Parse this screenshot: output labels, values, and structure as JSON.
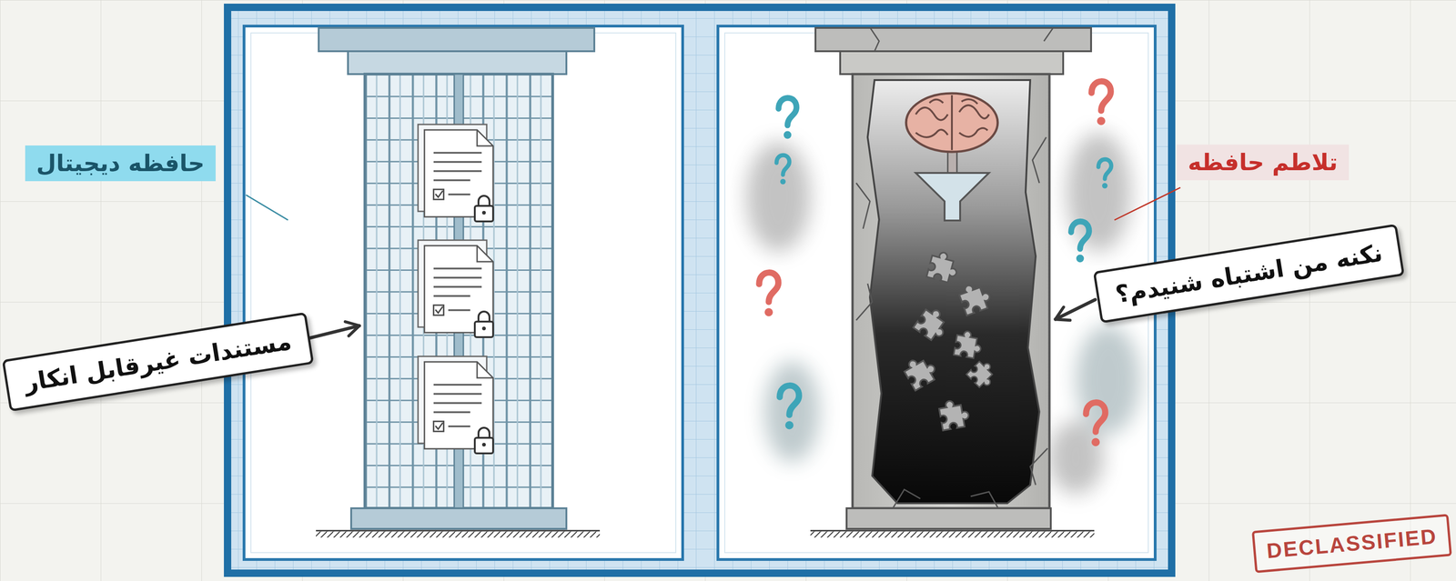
{
  "diagram": {
    "nodes": [
      {
        "text": [
          "حافظه دیجیتال"
        ]
      },
      {
        "text": [
          "مستندات غیرقابل انکار"
        ]
      },
      {
        "text": [
          "تلاطم حافظه"
        ]
      },
      {
        "text": [
          "نکنه من اشتباه شنیدم؟"
        ]
      },
      {
        "text": [
          "DECLASSIFIED"
        ]
      }
    ]
  }
}
